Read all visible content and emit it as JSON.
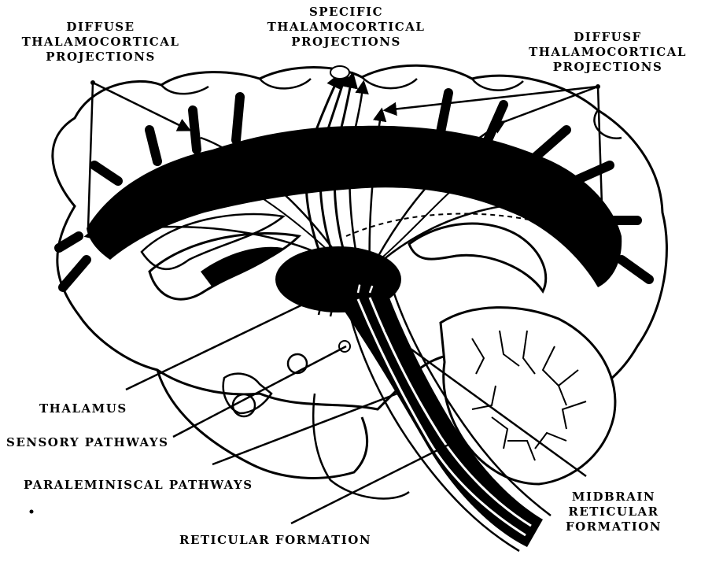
{
  "labels": {
    "diffuse_left": [
      "DIFFUSE",
      "THALAMOCORTICAL",
      "PROJECTIONS"
    ],
    "specific": [
      "SPECIFIC",
      "THALAMOCORTICAL",
      "PROJECTIONS"
    ],
    "diffuse_right": [
      "DIFFUSF",
      "THALAMOCORTICAL",
      "PROJECTIONS"
    ],
    "thalamus": "THALAMUS",
    "sensory": "SENSORY PATHWAYS",
    "paraleminiscal": "PARALEMINISCAL PATHWAYS",
    "reticular": "RETICULAR FORMATION",
    "midbrain": [
      "MIDBRAIN",
      "RETICULAR",
      "FORMATION"
    ]
  }
}
